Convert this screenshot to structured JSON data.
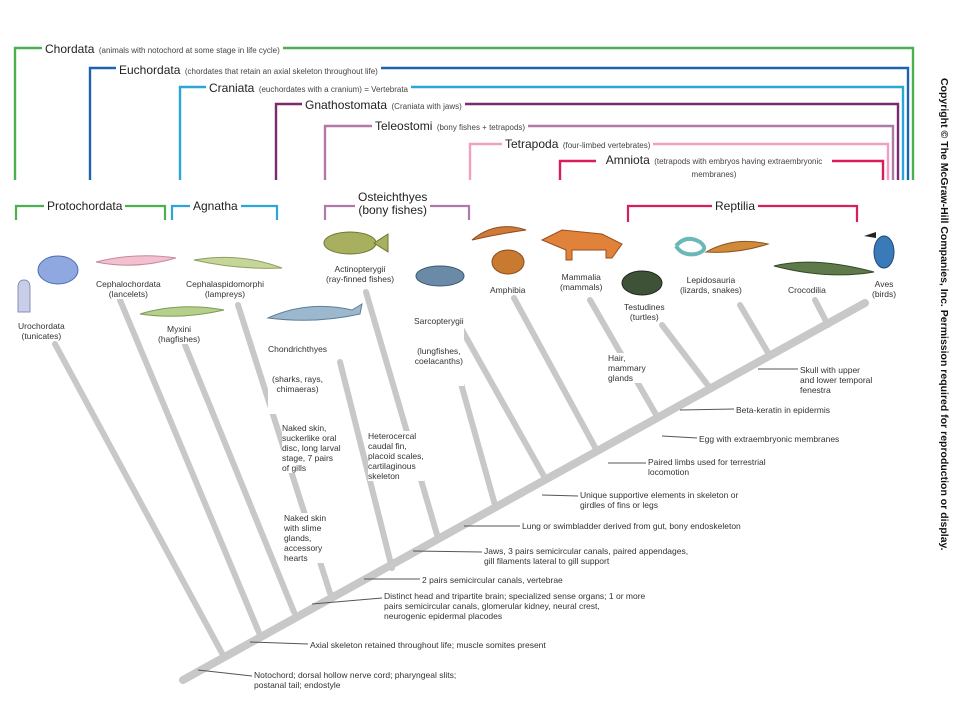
{
  "clades": [
    {
      "id": "chordata",
      "name": "Chordata",
      "desc": "(animals with notochord at some stage in life cycle)",
      "color": "#4caf50"
    },
    {
      "id": "euchordata",
      "name": "Euchordata",
      "desc": "(chordates that retain an axial skeleton throughout life)",
      "color": "#1e63b0"
    },
    {
      "id": "craniata",
      "name": "Craniata",
      "desc": "(euchordates with a cranium) = Vertebrata",
      "color": "#2aa7d6"
    },
    {
      "id": "gnathostomata",
      "name": "Gnathostomata",
      "desc": "(Craniata with jaws)",
      "color": "#7a2a6e"
    },
    {
      "id": "teleostomi",
      "name": "Teleostomi",
      "desc": "(bony fishes + tetrapods)",
      "color": "#b07aa8"
    },
    {
      "id": "tetrapoda",
      "name": "Tetrapoda",
      "desc": "(four-limbed vertebrates)",
      "color": "#f0a0c0"
    },
    {
      "id": "amniota",
      "name": "Amniota",
      "desc": "(tetrapods with embryos having extraembryonic membranes)",
      "color": "#d81e5b"
    }
  ],
  "groups": [
    {
      "id": "protochordata",
      "name": "Protochordata",
      "color": "#4caf50"
    },
    {
      "id": "agnatha",
      "name": "Agnatha",
      "color": "#2aa7d6"
    },
    {
      "id": "osteichthyes",
      "name": "Osteichthyes\n(bony fishes)",
      "color": "#b07aa8"
    },
    {
      "id": "reptilia",
      "name": "Reptilia",
      "color": "#d81e5b"
    }
  ],
  "taxa": [
    {
      "id": "urochordata",
      "name": "Urochordata",
      "common": "(tunicates)"
    },
    {
      "id": "cephalochordata",
      "name": "Cephalochordata",
      "common": "(lancelets)"
    },
    {
      "id": "myxini",
      "name": "Myxini",
      "common": "(hagfishes)"
    },
    {
      "id": "cephalaspidomorphi",
      "name": "Cephalaspidomorphi",
      "common": "(lampreys)"
    },
    {
      "id": "chondrichthyes",
      "name": "Chondrichthyes",
      "common": "(sharks, rays,\nchimaeras)"
    },
    {
      "id": "actinopterygii",
      "name": "Actinopterygii",
      "common": "(ray-finned fishes)"
    },
    {
      "id": "sarcopterygii",
      "name": "Sarcopterygii",
      "common": "(lungfishes,\ncoelacanths)"
    },
    {
      "id": "amphibia",
      "name": "Amphibia",
      "common": ""
    },
    {
      "id": "mammalia",
      "name": "Mammalia",
      "common": "(mammals)"
    },
    {
      "id": "testudines",
      "name": "Testudines",
      "common": "(turtles)"
    },
    {
      "id": "lepidosauria",
      "name": "Lepidosauria",
      "common": "(lizards, snakes)"
    },
    {
      "id": "crocodilia",
      "name": "Crocodilia",
      "common": ""
    },
    {
      "id": "aves",
      "name": "Aves",
      "common": "(birds)"
    }
  ],
  "traits": [
    "Notochord; dorsal hollow nerve cord; pharyngeal slits;\npostanal tail; endostyle",
    "Axial skeleton retained throughout life; muscle somites present",
    "Distinct head and tripartite brain; specialized sense organs; 1 or more\npairs semicircular canals, glomerular kidney, neural crest,\nneurogenic epidermal placodes",
    "2 pairs semicircular canals, vertebrae",
    "Jaws, 3 pairs semicircular canals, paired appendages,\ngill filaments lateral to gill support",
    "Lung or swimbladder derived from gut, bony endoskeleton",
    "Unique supportive elements in skeleton or\ngirdles of fins or legs",
    "Paired limbs used for terrestrial\nlocomotion",
    "Egg with extraembryonic membranes",
    "Beta-keratin in epidermis",
    "Skull with upper\nand lower temporal\nfenestra"
  ],
  "branch_notes": [
    {
      "id": "myxini_note",
      "text": "Naked skin\nwith slime\nglands,\naccessory\nhearts"
    },
    {
      "id": "lamprey_note",
      "text": "Naked skin,\nsuckerlike oral\ndisc, long larval\nstage, 7 pairs\nof gills"
    },
    {
      "id": "chondrichthyes_note",
      "text": "Heterocercal\ncaudal fin,\nplacoid scales,\ncartilaginous\nskeleton"
    },
    {
      "id": "mammalia_note",
      "text": "Hair,\nmammary\nglands"
    }
  ],
  "copyright": "Copyright © The McGraw-Hill Companies, Inc. Permission required for reproduction or display.",
  "colors": {
    "trunk": "#c8c8c8",
    "leader": "#555555"
  }
}
